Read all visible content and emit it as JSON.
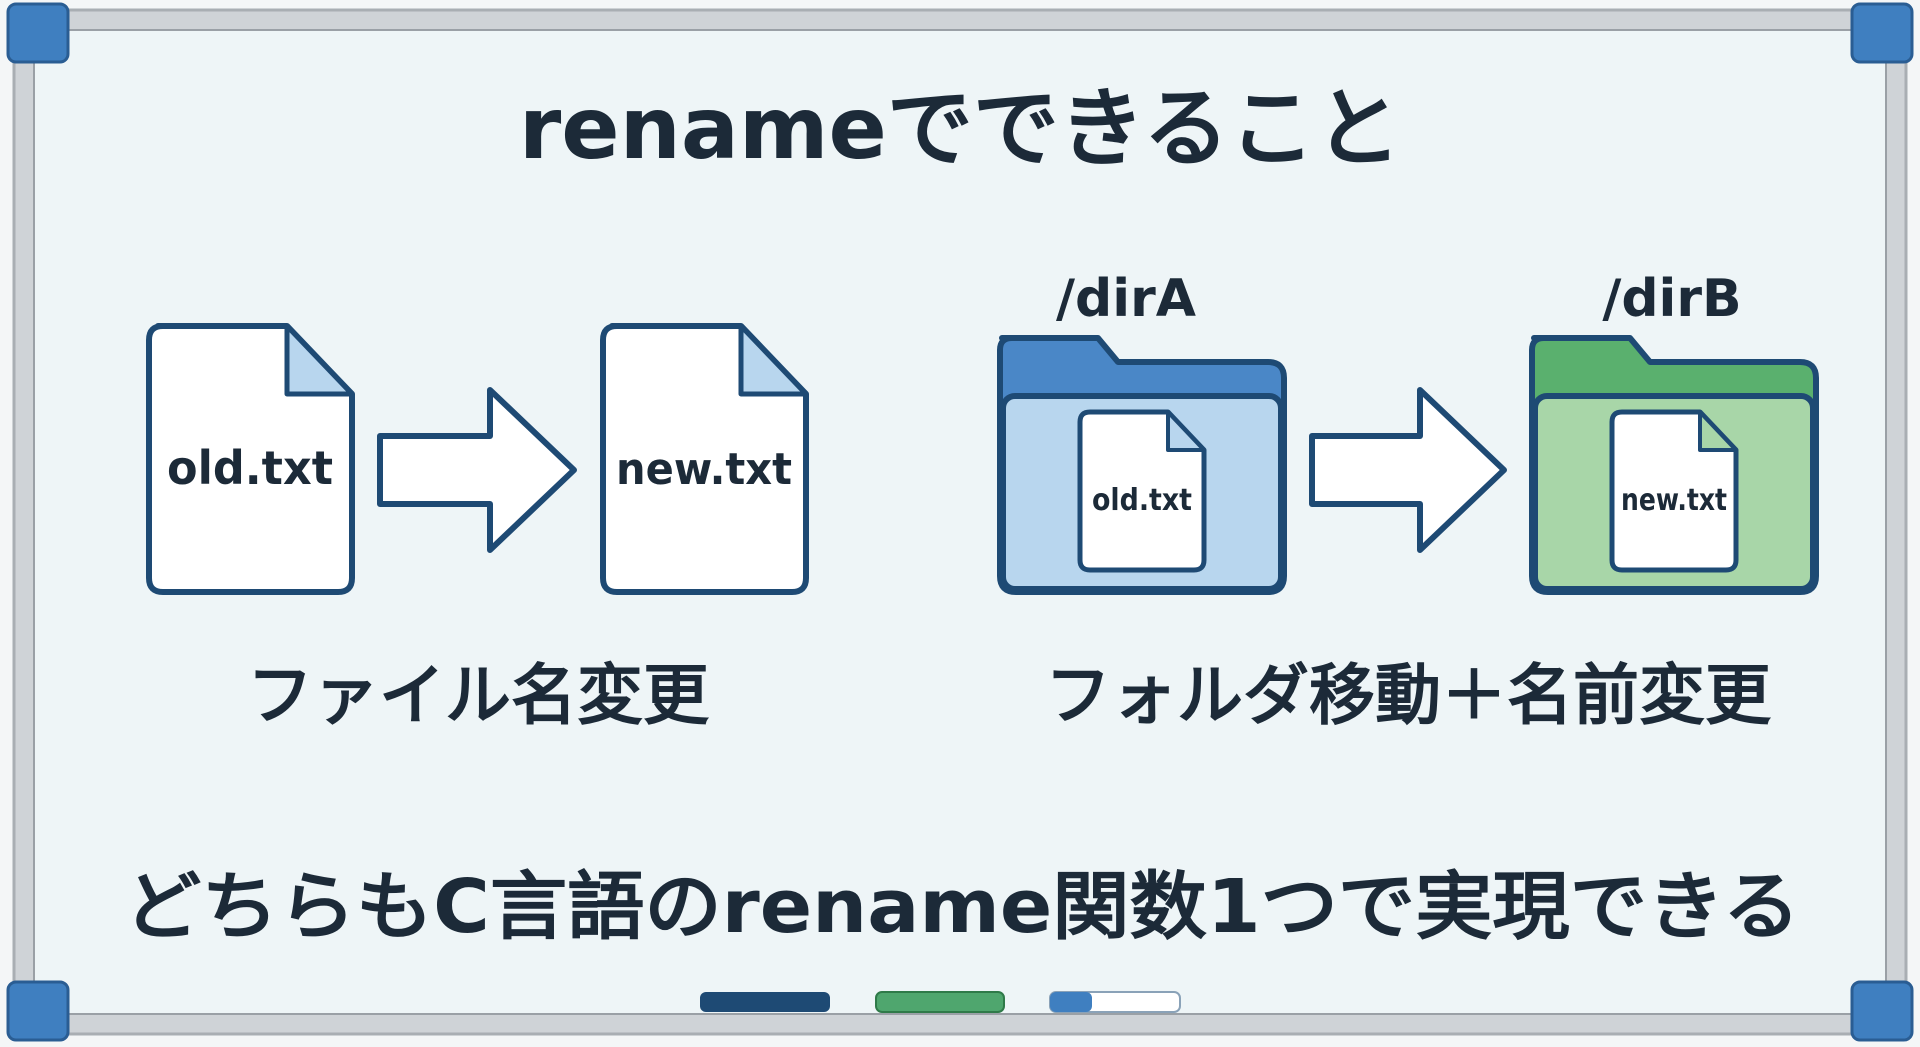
{
  "title": "renameでできること",
  "left_panel": {
    "source_file": "old.txt",
    "target_file": "new.txt",
    "caption": "ファイル名変更"
  },
  "right_panel": {
    "source_folder": "/dirA",
    "source_file": "old.txt",
    "target_folder": "/dirB",
    "target_file": "new.txt",
    "caption": "フォルダ移動＋名前変更"
  },
  "conclusion": "どちらもC言語のrename関数1つで実現できる",
  "icons": {
    "document": "document-icon",
    "arrow": "arrow-right-icon",
    "folder": "folder-icon"
  },
  "colors": {
    "board_bg": "#eef5f7",
    "frame": "#c9cdd1",
    "corner": "#3f7fc0",
    "outline": "#1e4a74",
    "folder_blue_tab": "#4a87c7",
    "folder_blue_body": "#b8d6ee",
    "folder_green_tab": "#5ab06e",
    "folder_green_body": "#a8d6a8",
    "doc_fold": "#b8d6ee",
    "marker_navy": "#1e4a74",
    "marker_green": "#4fa66e",
    "marker_blue": "#3f7fc0"
  }
}
